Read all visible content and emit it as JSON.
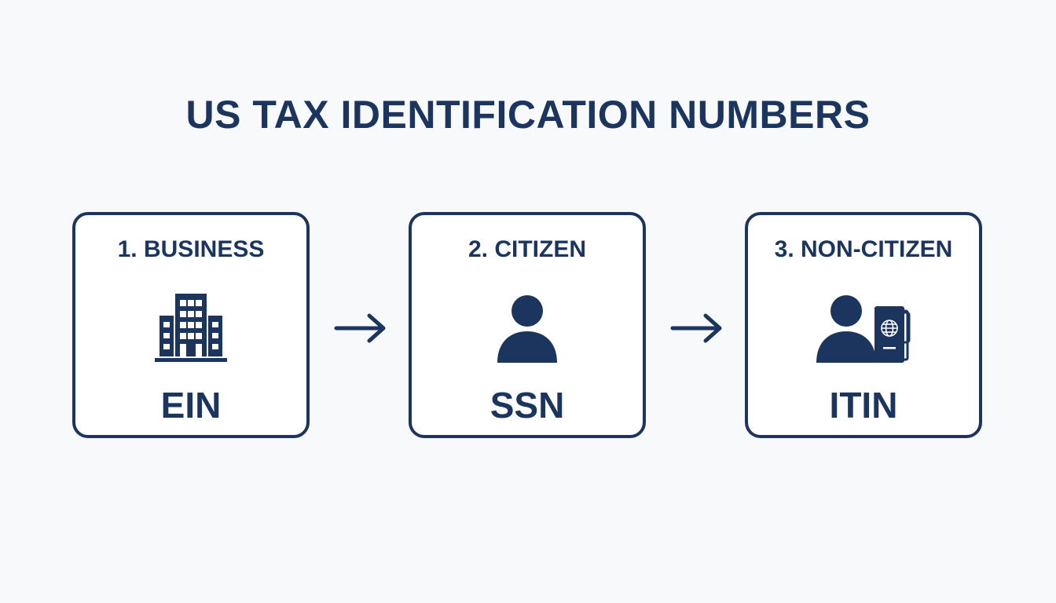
{
  "title": "US TAX IDENTIFICATION NUMBERS",
  "colors": {
    "primary": "#1c355e",
    "background": "#f8f9fa"
  },
  "cards": [
    {
      "label": "1. BUSINESS",
      "code": "EIN",
      "icon": "building-icon"
    },
    {
      "label": "2. CITIZEN",
      "code": "SSN",
      "icon": "person-icon"
    },
    {
      "label": "3. NON-CITIZEN",
      "code": "ITIN",
      "icon": "person-passport-icon"
    }
  ]
}
